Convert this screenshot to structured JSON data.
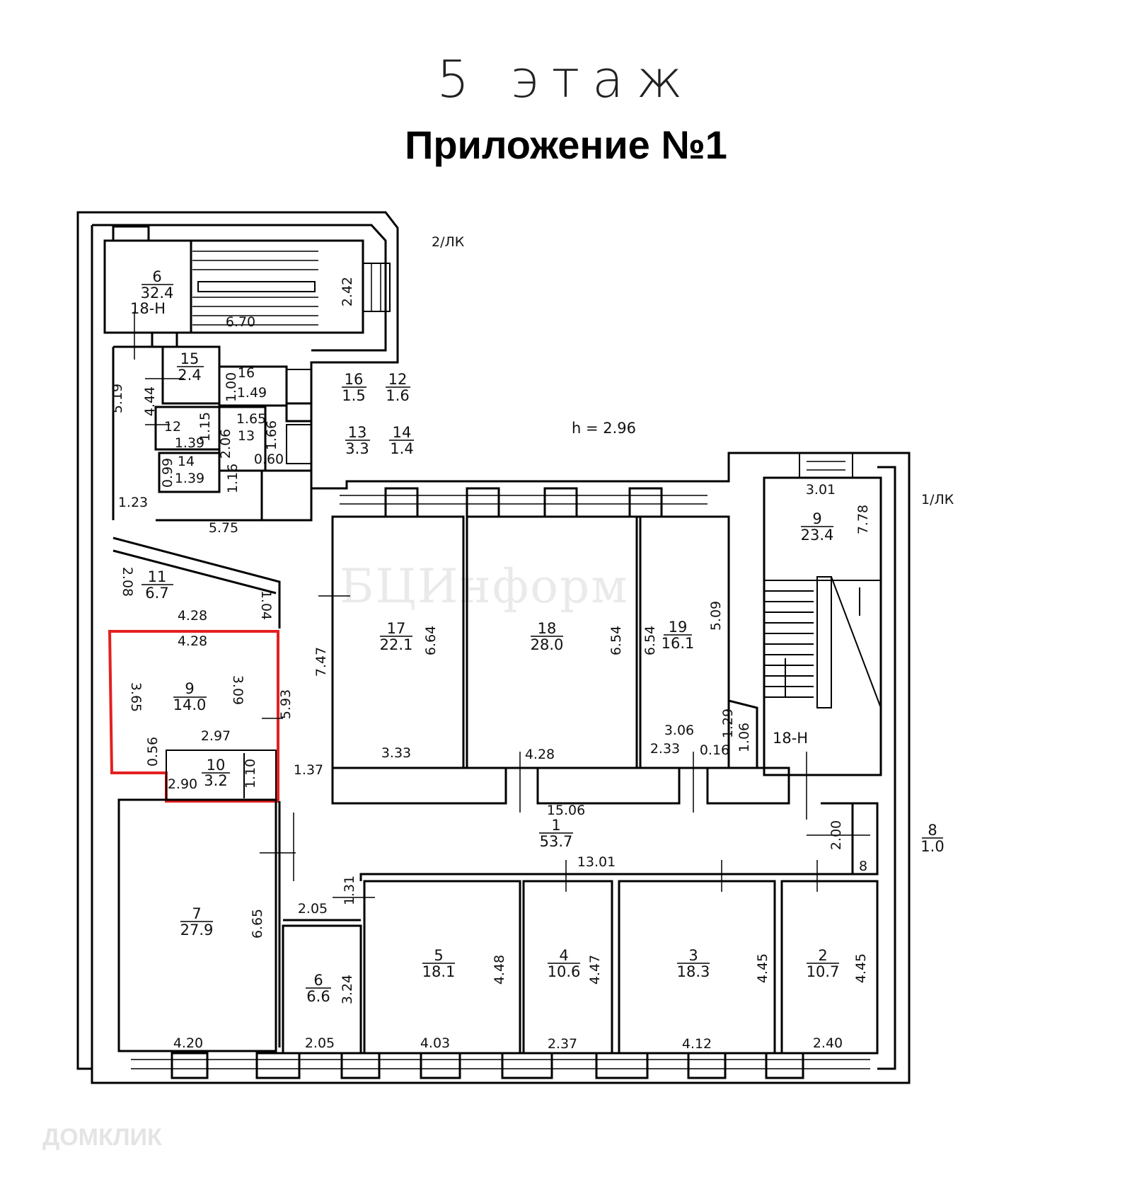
{
  "header": {
    "floor_title": "5 этаж",
    "appendix_title": "Приложение №1"
  },
  "plan": {
    "ceiling_height": "h = 2.96",
    "highlight_color": "#e32020",
    "wall_color": "#000000",
    "window_color": "#000000",
    "rooms": [
      {
        "id": "r6-top",
        "number": "6",
        "area": "32.4"
      },
      {
        "id": "r15",
        "number": "15",
        "area": "2.4"
      },
      {
        "id": "r16-small",
        "number": "16",
        "area": ""
      },
      {
        "id": "r12-small",
        "number": "12",
        "area": ""
      },
      {
        "id": "r13-small",
        "number": "13",
        "area": ""
      },
      {
        "id": "r14-small",
        "number": "14",
        "area": "1.39"
      },
      {
        "id": "r11",
        "number": "11",
        "area": "6.7"
      },
      {
        "id": "r9-left",
        "number": "9",
        "area": "14.0"
      },
      {
        "id": "r10",
        "number": "10",
        "area": "3.2"
      },
      {
        "id": "r16-legend",
        "number": "16",
        "area": "1.5"
      },
      {
        "id": "r12-legend",
        "number": "12",
        "area": "1.6"
      },
      {
        "id": "r13-legend",
        "number": "13",
        "area": "3.3"
      },
      {
        "id": "r14-legend",
        "number": "14",
        "area": "1.4"
      },
      {
        "id": "r17",
        "number": "17",
        "area": "22.1"
      },
      {
        "id": "r18",
        "number": "18",
        "area": "28.0"
      },
      {
        "id": "r19",
        "number": "19",
        "area": "16.1"
      },
      {
        "id": "r9-right",
        "number": "9",
        "area": "23.4"
      },
      {
        "id": "r1",
        "number": "1",
        "area": "53.7"
      },
      {
        "id": "r8",
        "number": "8",
        "area": "1.0"
      },
      {
        "id": "r7",
        "number": "7",
        "area": "27.9"
      },
      {
        "id": "r6-bottom",
        "number": "6",
        "area": "6.6"
      },
      {
        "id": "r5",
        "number": "5",
        "area": "18.1"
      },
      {
        "id": "r4",
        "number": "4",
        "area": "10.6"
      },
      {
        "id": "r3",
        "number": "3",
        "area": "18.3"
      },
      {
        "id": "r2",
        "number": "2",
        "area": "10.7"
      }
    ],
    "labels": {
      "stair_2lk": "2/ЛК",
      "stair_1lk": "1/ЛК",
      "code_18h_left": "18-Н",
      "code_18h_right": "18-Н",
      "small_8": "8"
    },
    "dimensions": [
      "2.42",
      "6.70",
      "5.19",
      "4.44",
      "1.00",
      "1.49",
      "1.15",
      "2.06",
      "1.65",
      "1.66",
      "0.60",
      "0.99",
      "1.16",
      "1.39",
      "1.23",
      "5.75",
      "2.08",
      "1.04",
      "4.28",
      "4.28",
      "3.65",
      "3.09",
      "5.93",
      "0.56",
      "2.97",
      "1.10",
      "2.90",
      "7.47",
      "6.64",
      "6.54",
      "6.54",
      "5.09",
      "3.33",
      "4.28",
      "3.06",
      "2.33",
      "0.16",
      "1.29",
      "1.06",
      "3.01",
      "7.78",
      "1.37",
      "15.06",
      "2.00",
      "13.01",
      "1.31",
      "2.05",
      "6.65",
      "3.24",
      "4.48",
      "4.47",
      "4.45",
      "4.45",
      "4.20",
      "2.05",
      "4.03",
      "2.37",
      "4.12",
      "2.40"
    ]
  },
  "watermarks": {
    "center": "БЦИнформ",
    "footer": "ДОМКЛИК"
  }
}
